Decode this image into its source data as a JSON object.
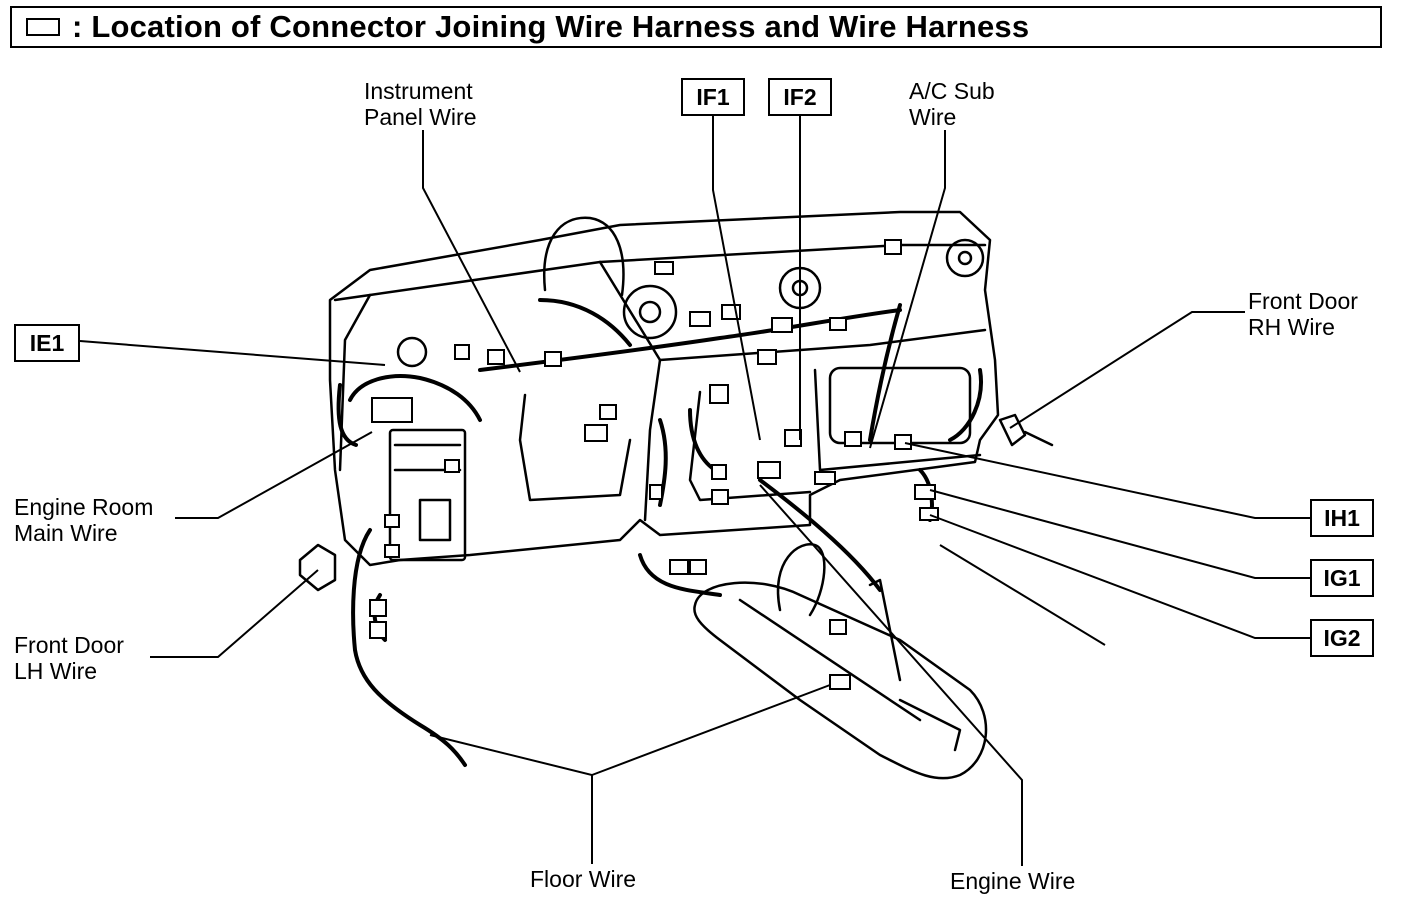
{
  "header": {
    "title": ": Location of Connector Joining Wire Harness and Wire Harness"
  },
  "labels": {
    "instrument_panel_wire": [
      "Instrument",
      "Panel Wire"
    ],
    "ac_sub_wire": [
      "A/C Sub",
      "Wire"
    ],
    "front_door_rh_wire": [
      "Front Door",
      "RH Wire"
    ],
    "engine_room_main_wire": [
      "Engine Room",
      "Main Wire"
    ],
    "front_door_lh_wire": [
      "Front Door",
      "LH Wire"
    ],
    "floor_wire": "Floor Wire",
    "engine_wire": "Engine Wire"
  },
  "connectors": {
    "if1": "IF1",
    "if2": "IF2",
    "ie1": "IE1",
    "ih1": "IH1",
    "ig1": "IG1",
    "ig2": "IG2"
  }
}
